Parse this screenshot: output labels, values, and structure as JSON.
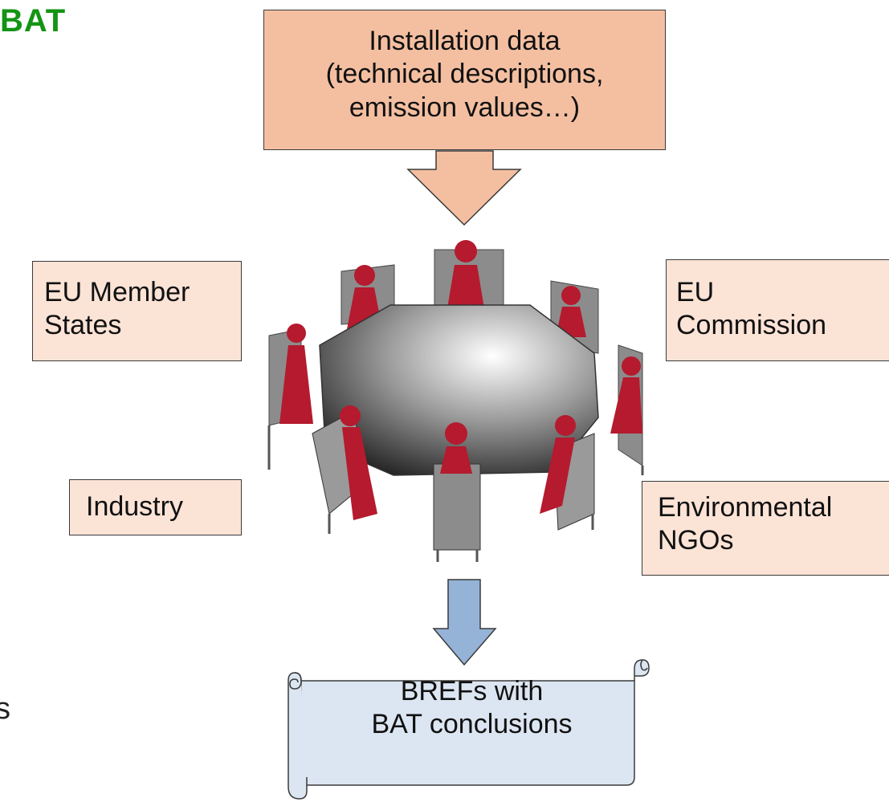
{
  "header": {
    "title_fragment": "BAT"
  },
  "left_edge_fragment": "s",
  "nodes": {
    "installation": {
      "line1": "Installation data",
      "line2": "(technical descriptions,",
      "line3": "emission values…)"
    },
    "member_states": {
      "line1": "EU Member",
      "line2": "States"
    },
    "commission": {
      "line1": "EU",
      "line2": "Commission"
    },
    "industry": {
      "line1": "Industry"
    },
    "ngos": {
      "line1": "Environmental",
      "line2": "NGOs"
    },
    "output": {
      "line1": "BREFs with",
      "line2": "BAT conclusions"
    }
  },
  "colors": {
    "title_green": "#149414",
    "install_fill": "#f4bfa1",
    "stakeholder_fill": "#fbe3d6",
    "output_fill": "#dce6f2",
    "down_arrow_fill": "#95b3d7",
    "figure_red": "#b51a2e",
    "chair_grey": "#8c8c8c"
  }
}
